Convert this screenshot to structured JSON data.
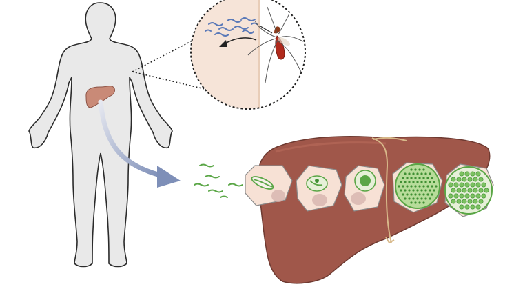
{
  "diagram": {
    "human_body": {
      "label": ""
    },
    "mosquito_bite_inset": {
      "label": ""
    },
    "sporozoites_in_blood": {
      "label": ""
    },
    "liver": {
      "label": ""
    },
    "hepatocyte_stages": [
      {
        "stage": "sporozoite-entry",
        "label": ""
      },
      {
        "stage": "early-trophozoite",
        "label": ""
      },
      {
        "stage": "late-trophozoite",
        "label": ""
      },
      {
        "stage": "schizont",
        "label": ""
      },
      {
        "stage": "mature-schizont-merozoites",
        "label": ""
      }
    ]
  },
  "colors": {
    "body_fill": "#e9e9e9",
    "body_stroke": "#2b2b2b",
    "liver_fill": "#a0574a",
    "liver_stroke": "#6e3a31",
    "skin_fill": "#f6e4d8",
    "cell_fill": "#f7e1d5",
    "parasite_green": "#7bc160",
    "arrow_blue": "#7e8fb8",
    "sporozoite_blue": "#5a79b8"
  }
}
